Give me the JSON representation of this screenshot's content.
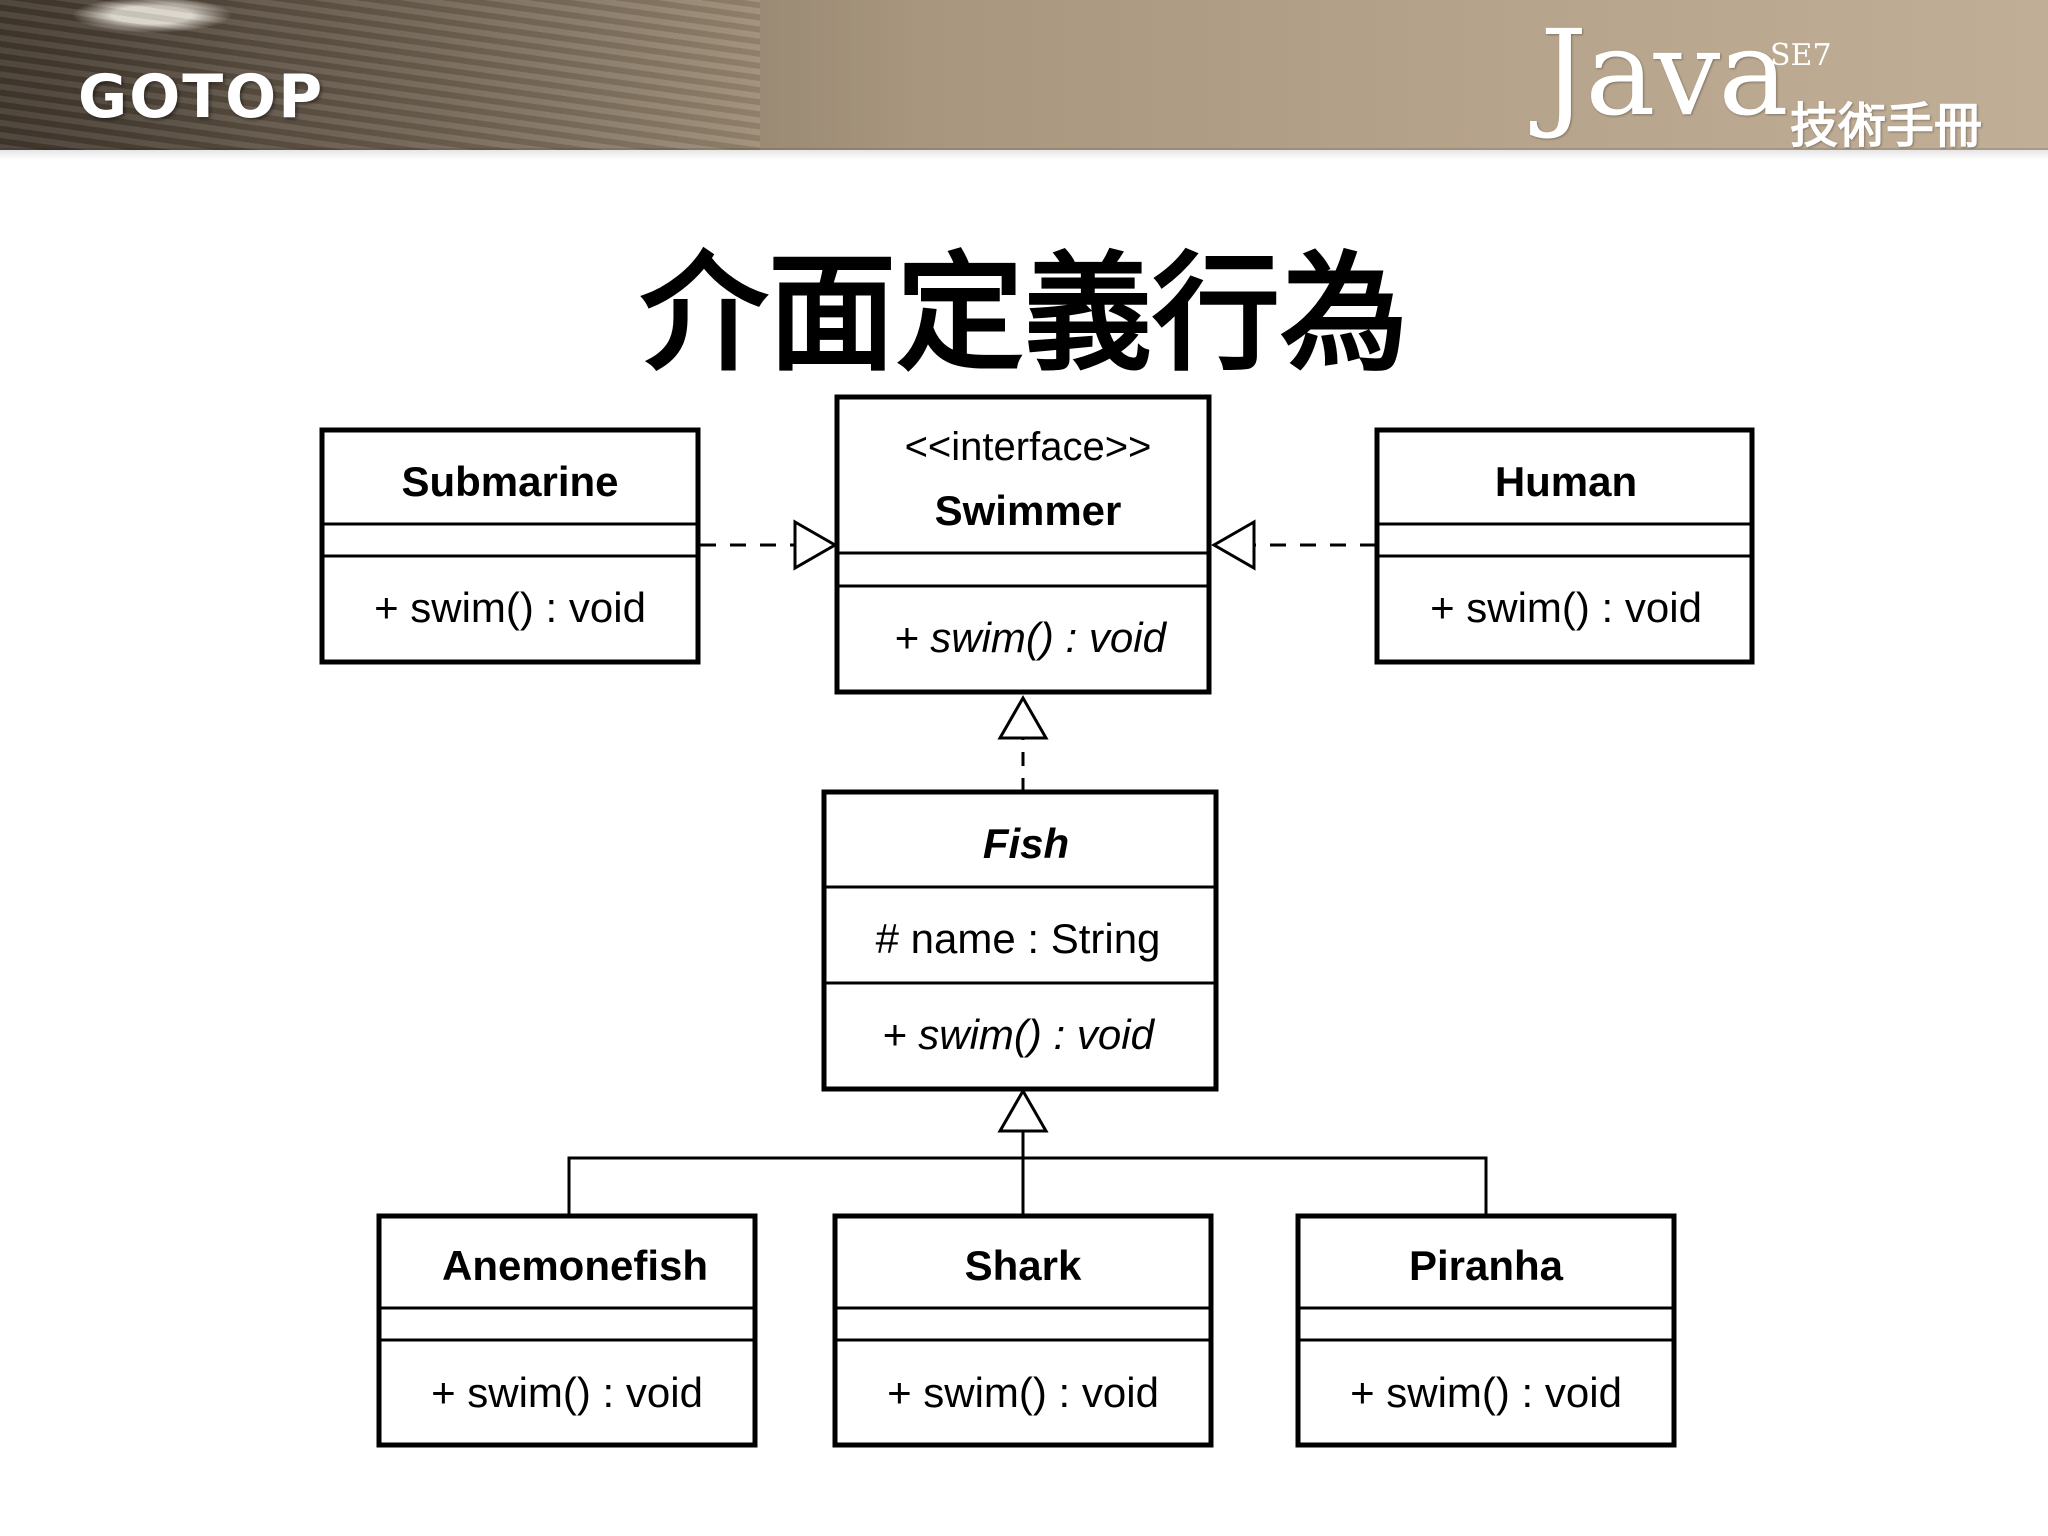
{
  "header": {
    "publisher_logo": "GOTOP",
    "book_title": "Java",
    "book_edition": "SE7",
    "book_subtitle": "技術手冊"
  },
  "slide_title": "介面定義行為",
  "diagram": {
    "interface": {
      "stereotype": "<<interface>>",
      "name": "Swimmer",
      "operation": "+ swim() : void"
    },
    "classes": {
      "submarine": {
        "name": "Submarine",
        "operation": "+ swim() : void"
      },
      "human": {
        "name": "Human",
        "operation": "+ swim() : void"
      },
      "fish": {
        "name": "Fish",
        "attribute": "# name : String",
        "operation": "+ swim() : void"
      },
      "anemonefish": {
        "name": "Anemonefish",
        "operation": "+ swim() : void"
      },
      "shark": {
        "name": "Shark",
        "operation": "+ swim() : void"
      },
      "piranha": {
        "name": "Piranha",
        "operation": "+ swim() : void"
      }
    }
  }
}
